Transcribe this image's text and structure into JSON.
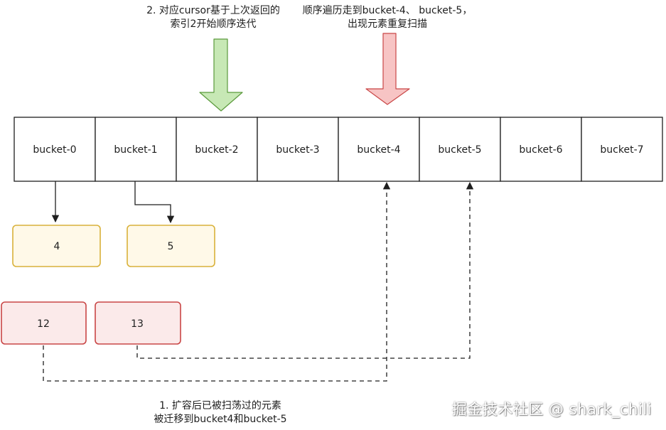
{
  "buckets": [
    "bucket-0",
    "bucket-1",
    "bucket-2",
    "bucket-3",
    "bucket-4",
    "bucket-5",
    "bucket-6",
    "bucket-7"
  ],
  "entries": {
    "chained": [
      "4",
      "5"
    ],
    "migrated": [
      "12",
      "13"
    ]
  },
  "notes": {
    "cursor": [
      "2. 对应cursor基于上次返回的",
      "索引2开始顺序迭代"
    ],
    "duplicate": [
      "顺序遍历走到bucket-4、 bucket-5，",
      "出现元素重复扫描"
    ],
    "migrated": [
      "1. 扩容后已被扫荡过的元素",
      "被迁移到bucket4和bucket-5"
    ]
  },
  "watermark": "掘金技术社区 @ shark_chili",
  "colors": {
    "stroke": "#1e1e1e",
    "yellow_fill": "#fff9e8",
    "yellow_stroke": "#d9b13a",
    "red_fill": "#fbeaea",
    "red_stroke": "#c94646",
    "green_fill": "#c7e8b5",
    "green_stroke": "#5b9a3c",
    "red_arrow_fill": "#f7c4c4",
    "red_arrow_stroke": "#c94646"
  }
}
